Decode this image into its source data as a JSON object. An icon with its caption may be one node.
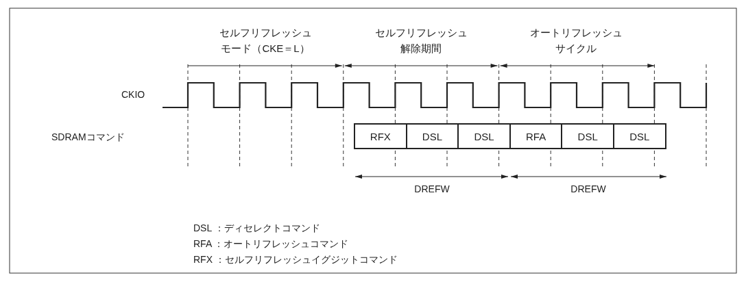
{
  "diagram": {
    "nodes": [
      {
        "text": [
          "RFX"
        ]
      },
      {
        "text": [
          "DSL"
        ]
      },
      {
        "text": [
          "DSL"
        ]
      },
      {
        "text": [
          "RFA"
        ]
      },
      {
        "text": [
          "DSL"
        ]
      },
      {
        "text": [
          "DSL"
        ]
      }
    ],
    "labels": [
      "セルフリフレッシュモード（CKE＝L）",
      "セルフリフレッシュ解除期間",
      "オートリフレッシュサイクル",
      "CKIO",
      "SDRAMコマンド",
      "DREFW",
      "DREFW",
      "DSL ：ディセレクトコマンド",
      "RFA ：オートリフレッシュコマンド",
      "RFX ：セルフリフレッシュイグジットコマンド"
    ]
  }
}
